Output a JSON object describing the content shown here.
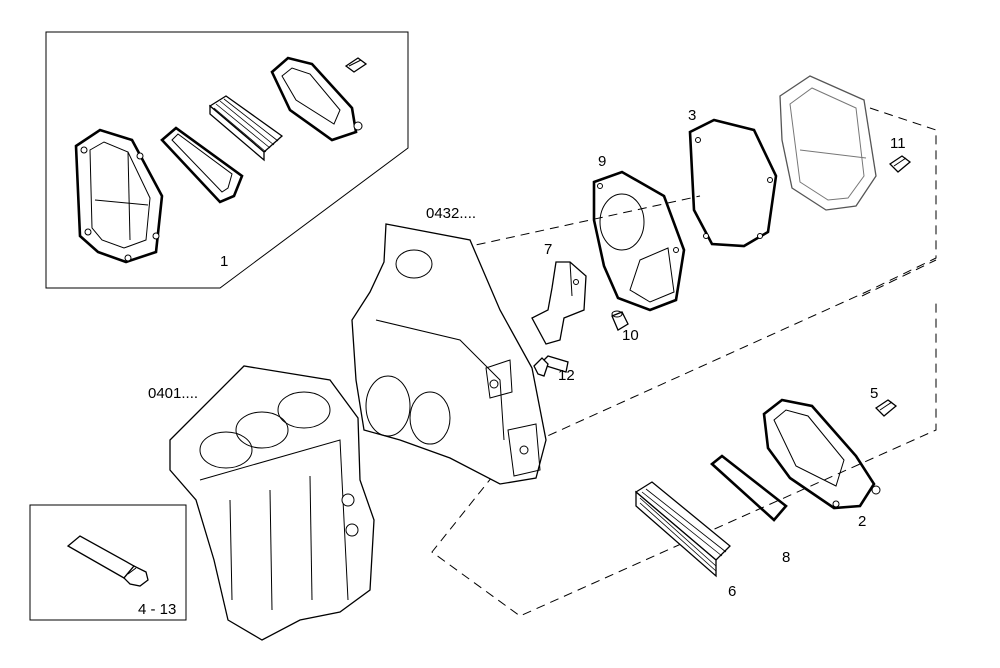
{
  "labels": {
    "p1": "1",
    "p2": "2",
    "p3": "3",
    "p5": "5",
    "p6": "6",
    "p7": "7",
    "p8": "8",
    "p9": "9",
    "p10": "10",
    "p11": "11",
    "p12": "12",
    "p4_13": "4 - 13",
    "ref_0432": "0432....",
    "ref_0401": "0401...."
  }
}
